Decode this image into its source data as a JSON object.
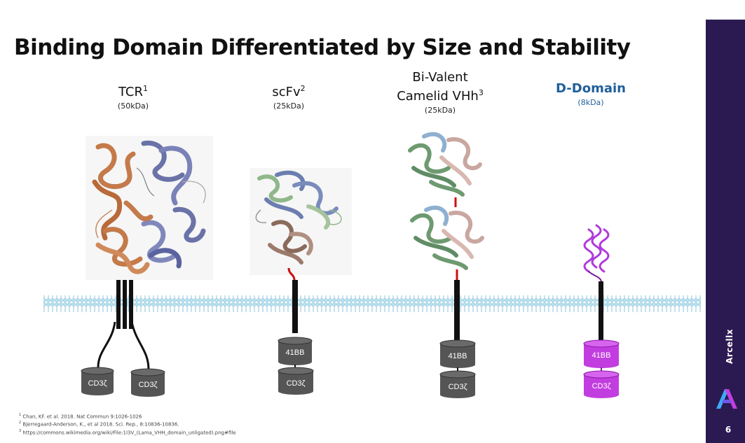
{
  "slide": {
    "title": "Binding Domain Differentiated by Size and Stability",
    "page_number": "6",
    "brand": "Arcellx"
  },
  "columns": [
    {
      "id": "tcr",
      "name": "TCR",
      "sup": "1",
      "size": "(50kDa)",
      "highlight": false
    },
    {
      "id": "scfv",
      "name": "scFv",
      "sup": "2",
      "size": "(25kDa)",
      "highlight": false
    },
    {
      "id": "vhh",
      "name_line1": "Bi-Valent",
      "name_line2": "Camelid VHh",
      "sup": "3",
      "size": "(25kDa)",
      "highlight": false
    },
    {
      "id": "ddomain",
      "name": "D-Domain",
      "size": "(8kDa)",
      "highlight": true
    }
  ],
  "boxes": {
    "cd3z": "CD3ζ",
    "bb41": "41BB"
  },
  "colors": {
    "sidebar": "#2b1a52",
    "accent_blue": "#1f5f9a",
    "box_gray": "#555555",
    "box_magenta": "#c23de0",
    "box_outline_magenta": "#8a1aa6",
    "membrane": "#b8e0ee",
    "linker_red": "#cc1010"
  },
  "references": [
    {
      "sup": "1",
      "text": "Chan, KF. et al. 2018. Nat Commun 9:1026-1026"
    },
    {
      "sup": "2",
      "text": "Bjerregaard-Anderson, K., et al 2018. Sci. Rep., 8:10836-10836."
    },
    {
      "sup": "3",
      "text": "https://commons.wikimedia.org/wiki/File:1I3V_(Lama_VHH_domain_unligated).png#file"
    }
  ],
  "icons": [
    "arcellx-logo-icon",
    "protein-structure-image"
  ]
}
